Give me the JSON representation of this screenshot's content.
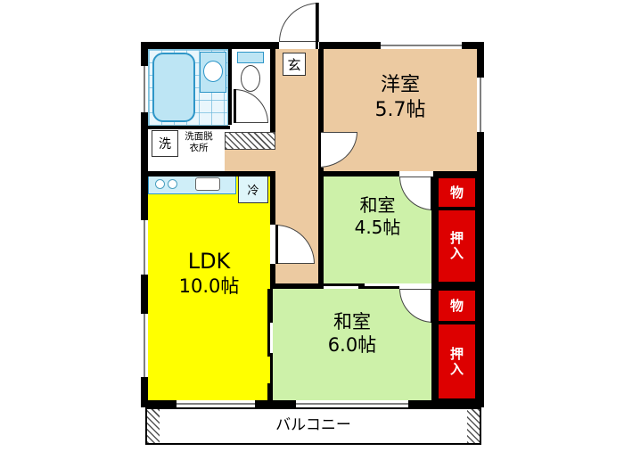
{
  "rooms": {
    "genkan": {
      "label": "玄"
    },
    "western": {
      "name": "洋室",
      "size": "5.7帖"
    },
    "japanese_45": {
      "name": "和室",
      "size": "4.5帖"
    },
    "japanese_60": {
      "name": "和室",
      "size": "6.0帖"
    },
    "ldk": {
      "name": "LDK",
      "size": "10.0帖"
    },
    "washroom": {
      "label": "洗面脱衣所"
    },
    "balcony": {
      "label": "バルコニー"
    }
  },
  "fixtures": {
    "washing_machine": "洗",
    "refrigerator": "冷"
  },
  "closets": {
    "upper_storage": "物",
    "upper_oshiire": "押入",
    "lower_storage": "物",
    "lower_oshiire": "押入"
  },
  "colors": {
    "ldk_yellow": "#ffff00",
    "tatami_green": "#cdf1a9",
    "hallway_tan": "#eccaa1",
    "closet_red": "#dd0000",
    "wall_black": "#000000",
    "fixture_blue": "#bde5f4"
  }
}
